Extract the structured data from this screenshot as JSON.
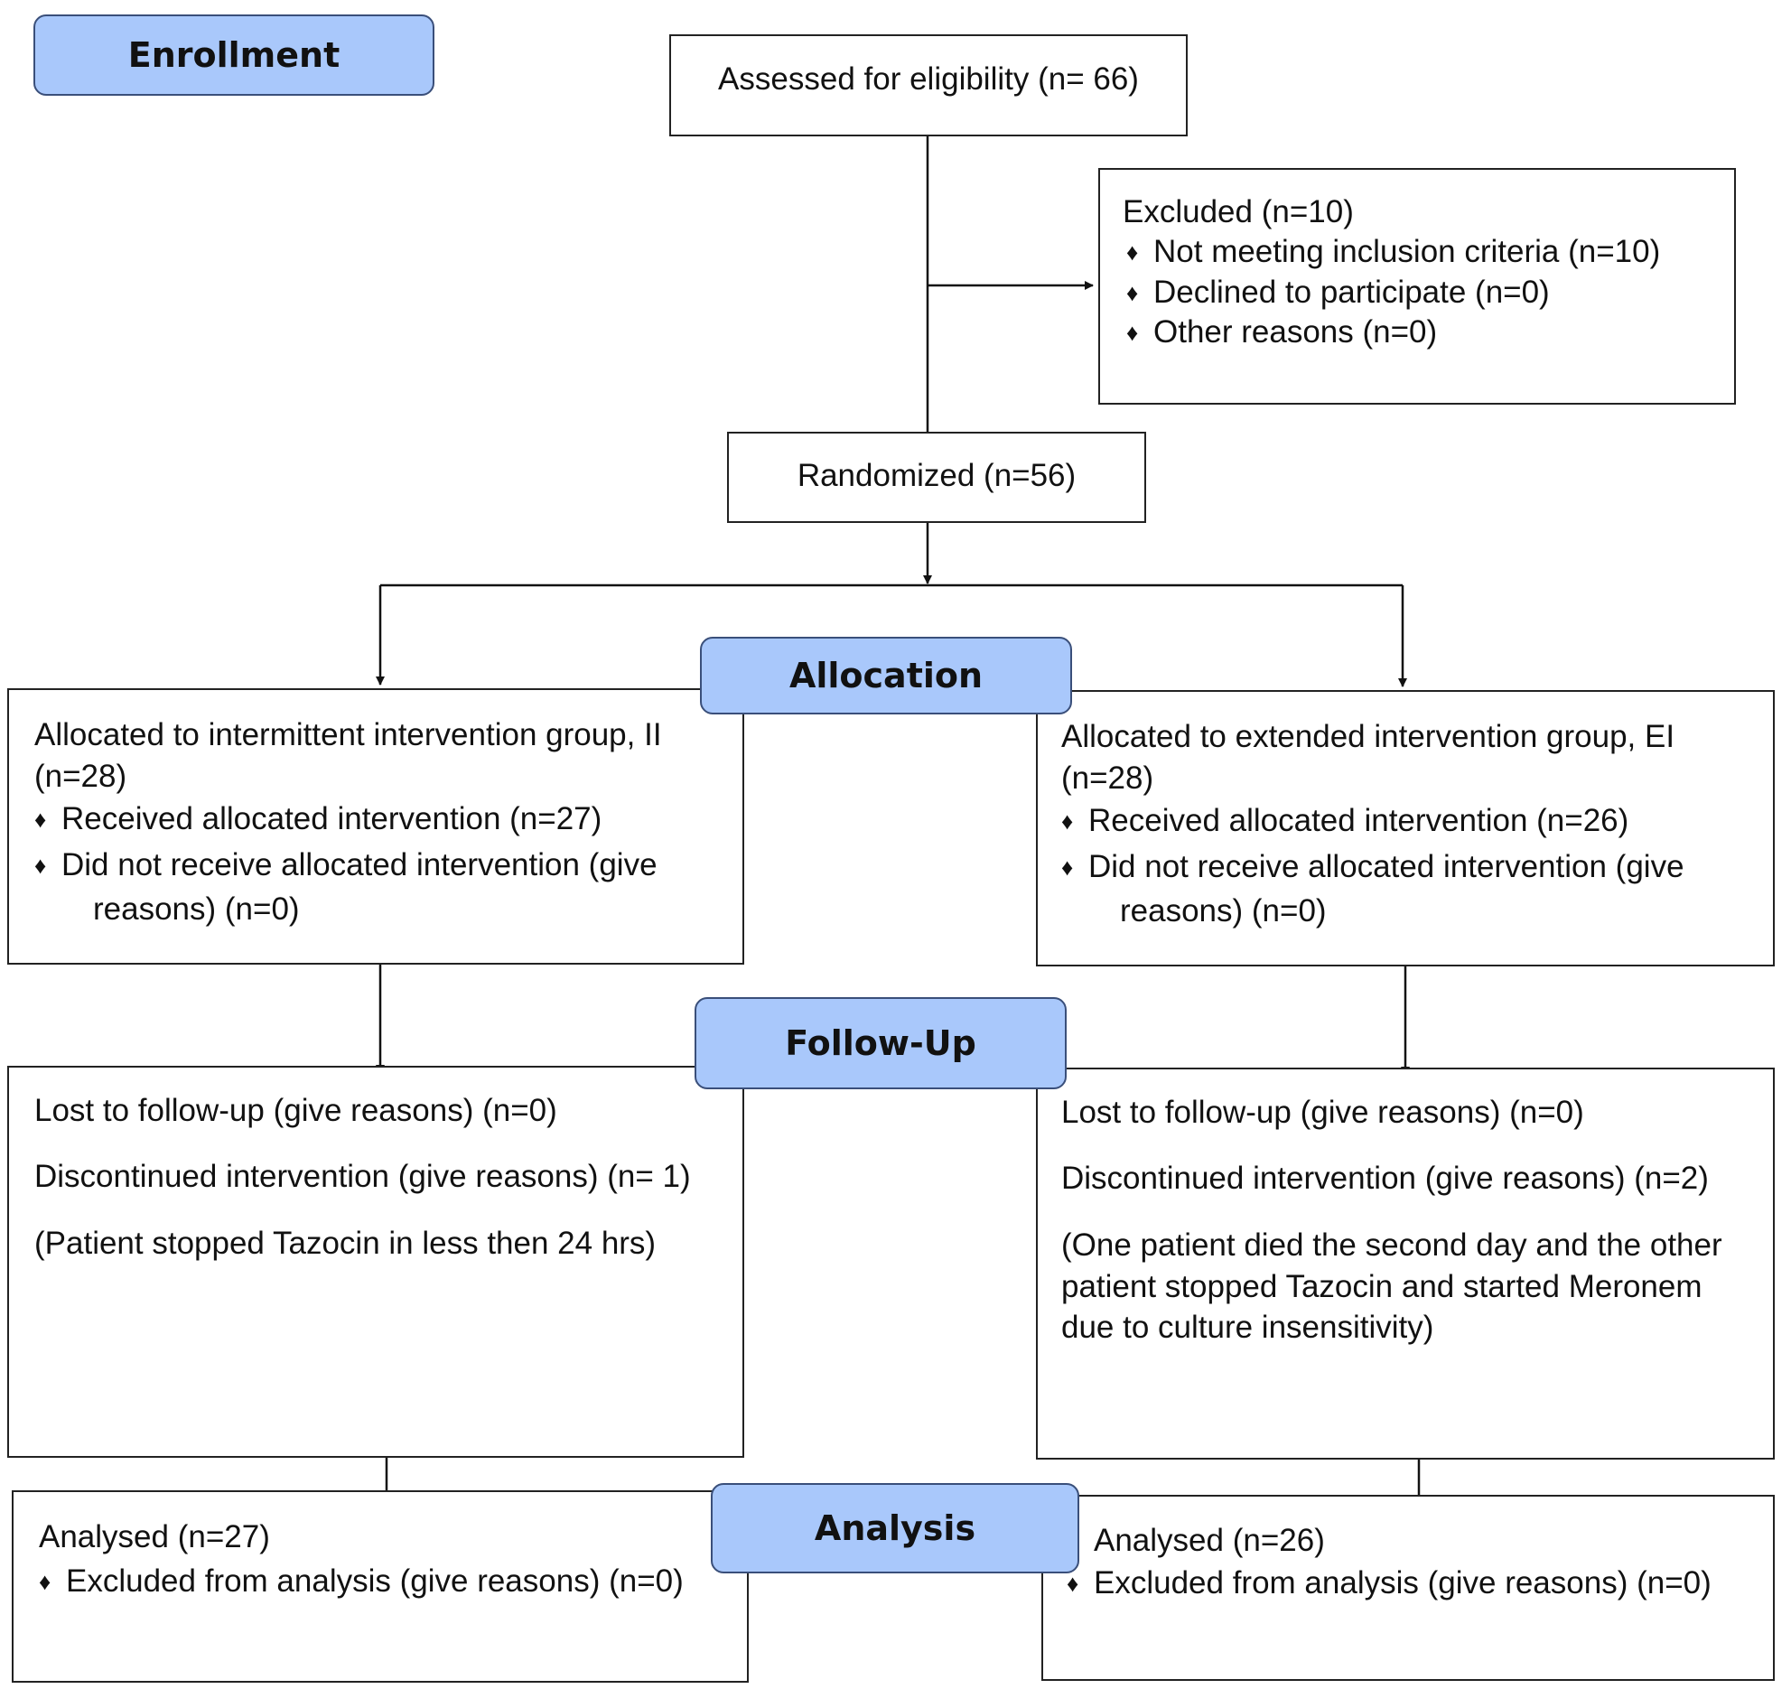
{
  "stages": {
    "enrollment": "Enrollment",
    "allocation": "Allocation",
    "follow_up": "Follow-Up",
    "analysis": "Analysis"
  },
  "bullet_icon": "diamond-bullet",
  "assessed": "Assessed for eligibility (n= 66)",
  "excluded": {
    "title": "Excluded (n=10)",
    "items": [
      "Not meeting inclusion criteria (n=10)",
      "Declined to participate (n=0)",
      "Other reasons (n=0)"
    ]
  },
  "randomized": "Randomized (n=56)",
  "allocation": {
    "left": {
      "line1": "Allocated to intermittent intervention group, II",
      "line2": "(n=28)",
      "received": "Received allocated intervention (n=27)",
      "not_received_1": "Did not receive allocated intervention (give",
      "not_received_2": "reasons) (n=0)"
    },
    "right": {
      "line1": "Allocated to extended intervention group, EI",
      "line2": "(n=28)",
      "received": "Received allocated intervention (n=26)",
      "not_received_1": "Did not receive allocated intervention (give",
      "not_received_2": "reasons) (n=0)"
    }
  },
  "follow_up": {
    "left": {
      "lost": "Lost to follow-up (give reasons) (n=0)",
      "discontinued": "Discontinued intervention (give reasons) (n= 1)",
      "reason": "(Patient stopped Tazocin in less then 24 hrs)"
    },
    "right": {
      "lost": "Lost to follow-up (give reasons) (n=0)",
      "discontinued": "Discontinued intervention (give reasons) (n=2)",
      "reason_1": "(One patient died the second day and the other",
      "reason_2": "patient stopped Tazocin and started Meronem",
      "reason_3": "due to culture insensitivity)"
    }
  },
  "analysis": {
    "left": {
      "analysed": "Analysed (n=27)",
      "excluded": "Excluded from analysis (give reasons) (n=0)"
    },
    "right": {
      "analysed": "Analysed (n=26)",
      "excluded": "Excluded from analysis (give reasons) (n=0)"
    }
  }
}
